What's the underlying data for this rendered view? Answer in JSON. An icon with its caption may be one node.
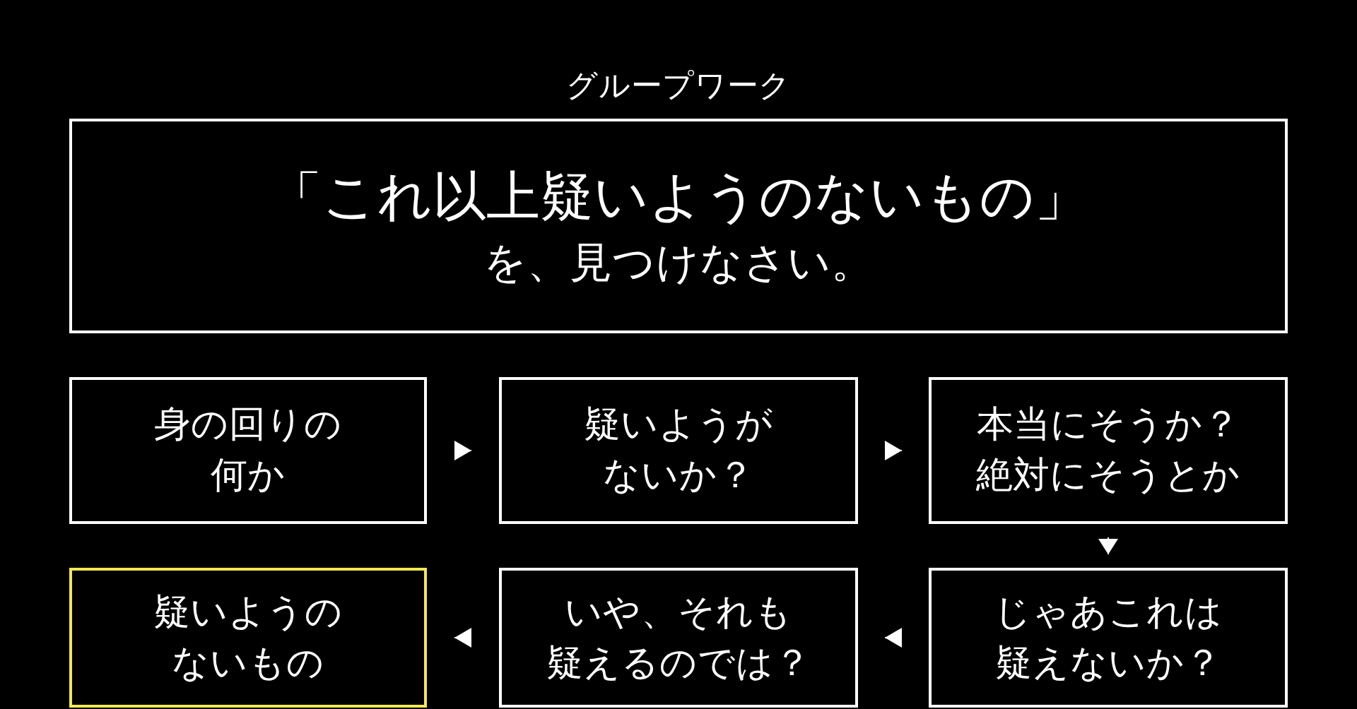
{
  "diagram": {
    "title": "グループワーク",
    "nodes": [
      {
        "text": [
          "「これ以上疑いようのないもの」",
          "を、見つけなさい。"
        ]
      },
      {
        "text": [
          "身の回りの何か"
        ]
      },
      {
        "text": [
          "疑いようがないか？"
        ]
      },
      {
        "text": [
          "本当にそうか？絶対にそうとか"
        ]
      },
      {
        "text": [
          "疑いようのないもの"
        ]
      },
      {
        "text": [
          "いや、それも疑えるのでは？"
        ]
      },
      {
        "text": [
          "じゃあこれは疑えないか？"
        ]
      }
    ],
    "edges": [
      {
        "from": 1,
        "to": 2,
        "arrow": "to"
      },
      {
        "from": 2,
        "to": 3,
        "arrow": "to"
      },
      {
        "from": 3,
        "to": 6,
        "arrow": "to"
      },
      {
        "from": 6,
        "to": 5,
        "arrow": "to"
      },
      {
        "from": 5,
        "to": 4,
        "arrow": "to"
      }
    ]
  }
}
